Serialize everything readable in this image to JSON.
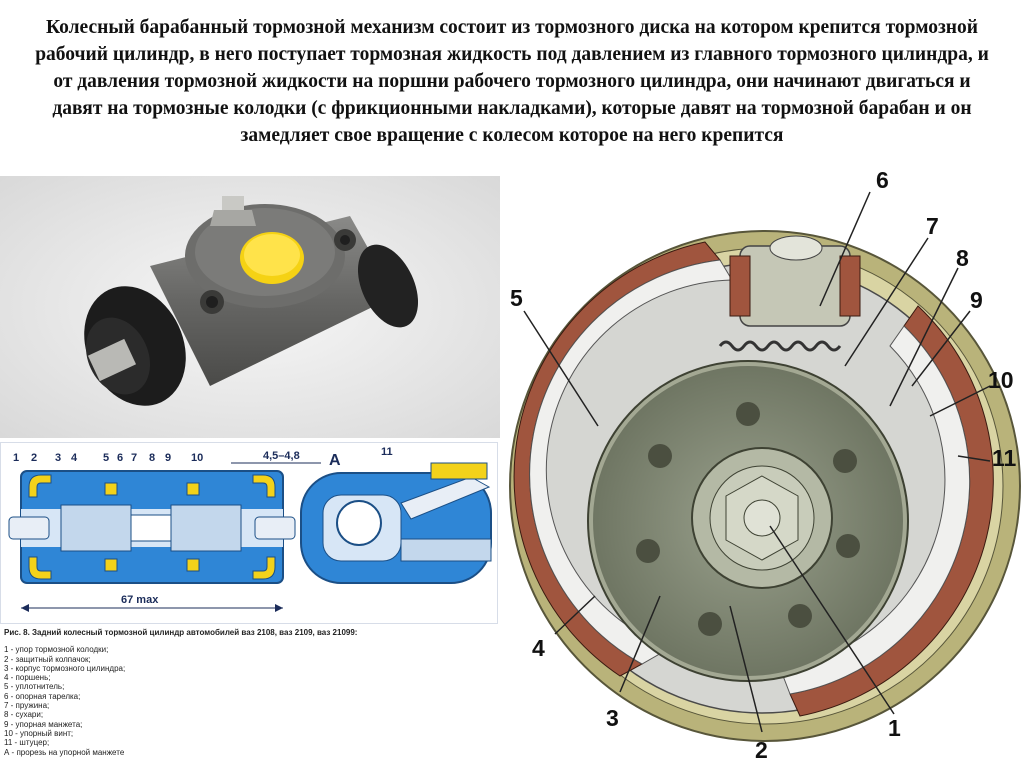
{
  "header": {
    "text": "Колесный барабанный тормозной механизм состоит из тормозного диска на котором крепится тормозной рабочий цилиндр, в него поступает тормозная жидкость под давлением из главного тормозного цилиндра, и от давления тормозной жидкости на поршни рабочего тормозного цилиндра, они начинают двигаться и давят на тормозные колодки (с фрикционными накладками), которые давят на тормозной барабан и он замедляет свое вращение с колесом которое на него крепится"
  },
  "schema": {
    "numbers": [
      "1",
      "2",
      "3",
      "4",
      "5",
      "6",
      "7",
      "8",
      "9",
      "10",
      "11"
    ],
    "dimension_top": "4,5–4,8",
    "dimension_bottom": "67 max",
    "section_label": "A"
  },
  "caption": {
    "title": "Рис. 8. Задний колесный тормозной цилиндр автомобилей ваз 2108, ваз 2109, ваз 21099:",
    "items": [
      "1 - упор тормозной колодки;",
      "2 - защитный колпачок;",
      "3 - корпус тормозного цилиндра;",
      "4 - поршень;",
      "5 - уплотнитель;",
      "6 - опорная тарелка;",
      "7 - пружина;",
      "8 - сухари;",
      "9 - упорная манжета;",
      "10 - упорный винт;",
      "11 - штуцер;",
      "А - прорезь на упорной манжете"
    ]
  },
  "drum_labels": [
    "1",
    "2",
    "3",
    "4",
    "5",
    "6",
    "7",
    "8",
    "9",
    "10",
    "11"
  ],
  "colors": {
    "schema_blue": "#2f86d6",
    "schema_yellow": "#f3d21a",
    "friction_lining": "#a0553e",
    "drum_rim": "#b9b37a",
    "cylinder_cap": "#f5d214"
  }
}
